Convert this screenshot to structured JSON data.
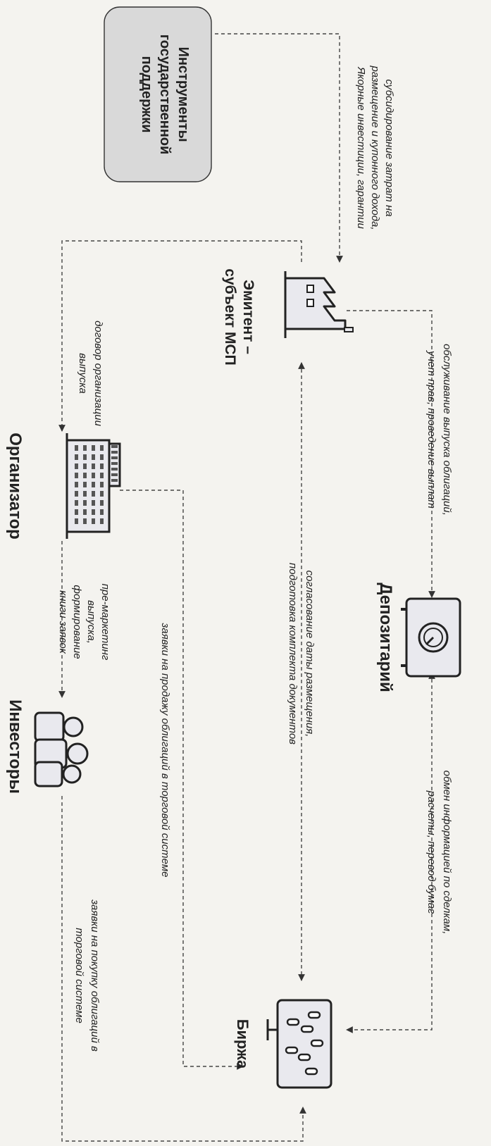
{
  "nodes": {
    "gov": {
      "line1": "Инструменты",
      "line2": "государственной",
      "line3": "поддержки"
    },
    "emitent": {
      "line1": "Эмитент –",
      "line2": "субъект МСП"
    },
    "organizer": {
      "label": "Организатор"
    },
    "depository": {
      "label": "Депозитарий"
    },
    "investors": {
      "label": "Инвесторы"
    },
    "exchange": {
      "label": "Биржа"
    }
  },
  "edges": {
    "gov_emitent": {
      "line1": "субсидирование затрат на",
      "line2": "размещение и купонного дохода,",
      "line3": "Якорные инвестиции, гарантии"
    },
    "emitent_depository": {
      "line1": "обслуживание выпуска облигаций,",
      "line2": "учет прав, проведение выплат"
    },
    "depository_exchange": {
      "line1": "обмен информацией по сделкам,",
      "line2": "расчеты, перевод бумаг"
    },
    "emitent_organizer": {
      "line1": "договор организации",
      "line2": "выпуска"
    },
    "emitent_exchange": {
      "line1": "согласование даты размещения,",
      "line2": "подготовка комплекта документов"
    },
    "organizer_exchange": {
      "line1": "заявки на продажу облигаций в торговой системе"
    },
    "organizer_investors": {
      "line1": "пре-маркетинг",
      "line2": "выпуска,",
      "line3": "формирование",
      "line4": "книги заявок"
    },
    "investors_exchange": {
      "line1": "заявки на покупку облигаций в",
      "line2": "торговой системе"
    }
  },
  "colors": {
    "ink": "#222222",
    "gov_fill": "#d9d9d9",
    "icon_fill": "#e9e9ee",
    "background": "#f4f3ef"
  }
}
